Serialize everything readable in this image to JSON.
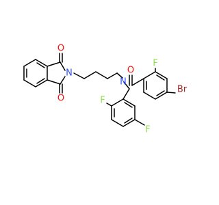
{
  "structure": {
    "atoms": {
      "o_top": {
        "symbol": "O",
        "color": "#ff0d0d"
      },
      "o_bottom": {
        "symbol": "O",
        "color": "#ff0d0d"
      },
      "o_amide": {
        "symbol": "O",
        "color": "#ff0d0d"
      },
      "n_imide": {
        "symbol": "N",
        "color": "#3050f8"
      },
      "n_amide": {
        "symbol": "N",
        "color": "#3050f8"
      },
      "br": {
        "symbol": "Br",
        "color": "#a62929"
      },
      "f_benzoyl": {
        "symbol": "F",
        "color": "#90e050"
      },
      "f_ortho": {
        "symbol": "F",
        "color": "#90e050"
      },
      "f_para": {
        "symbol": "F",
        "color": "#90e050"
      }
    },
    "bond_color": "#000000",
    "background": "#ffffff"
  }
}
